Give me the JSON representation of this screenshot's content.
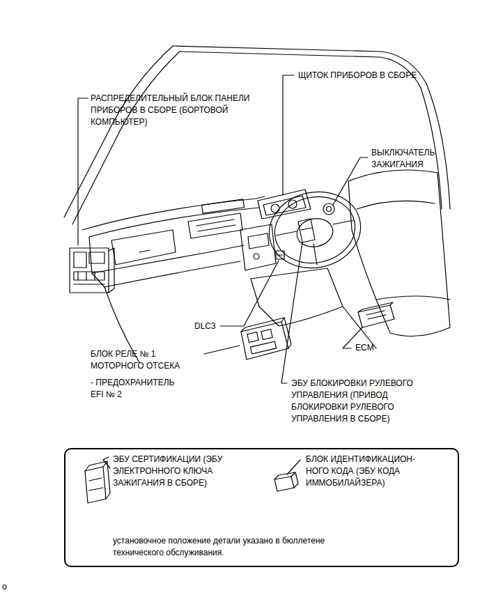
{
  "diagram": {
    "nodes": [
      {
        "text": [
          "ЭБУ СЕРТИФИКАЦИИ (ЭБУ ЭЛЕКТРОННОГО КЛЮЧА ЗАЖИГАНИЯ В СБОРЕ)",
          "БЛОК ИДЕНТИФИКАЦИОН- НОГО КОДА (ЭБУ КОДА ИММОБИЛАЙЗЕРА)",
          "установочное положение детали указано в бюллетене технического обслуживания."
        ]
      }
    ],
    "labels": [
      "РАСПРЕДЕЛИТЕЛЬНЫЙ БЛОК ПАНЕЛИ ПРИБОРОВ В СБОРЕ (БОРТОВОЙ КОМПЬЮТЕР)",
      "ЩИТОК ПРИБОРОВ В СБОРЕ",
      "ВЫКЛЮЧАТЕЛЬ ЗАЖИГАНИЯ",
      "DLC3",
      "БЛОК РЕЛЕ № 1 МОТОРНОГО ОТСЕКА",
      "- ПРЕДОХРАНИТЕЛЬ EFI № 2",
      "ECM",
      "ЭБУ БЛОКИРОВКИ РУЛЕВОГО УПРАВЛЕНИЯ (ПРИВОД БЛОКИРОВКИ РУЛЕВОГО УПРАВЛЕНИЯ В СБОРЕ)",
      "o"
    ]
  }
}
